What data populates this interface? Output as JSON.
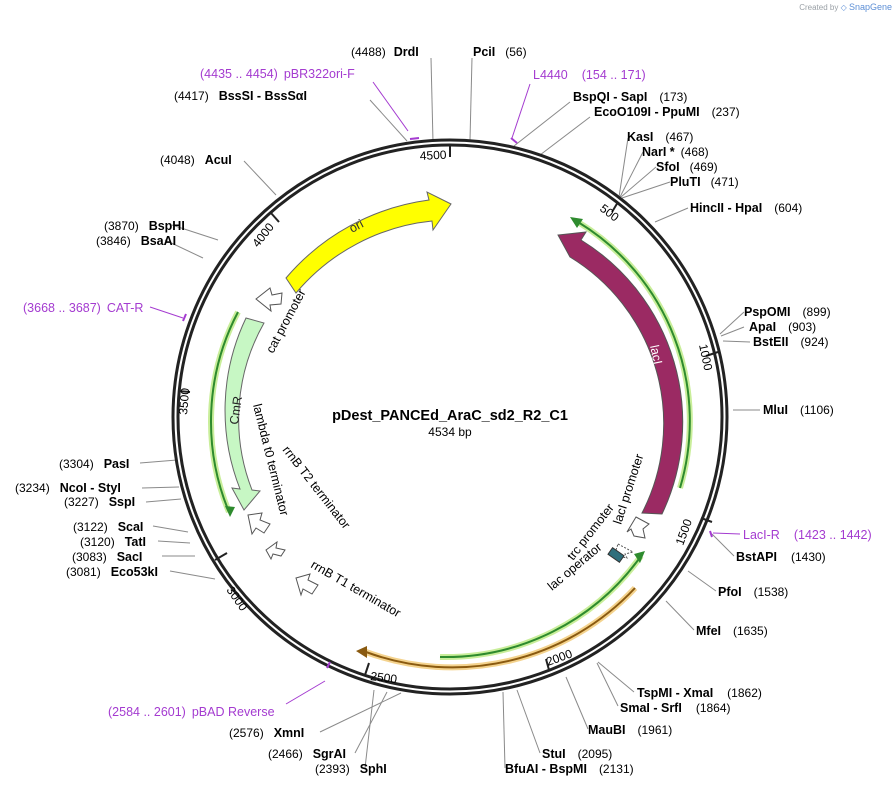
{
  "credit": {
    "prefix": "Created by",
    "brand": "SnapGene"
  },
  "map": {
    "name": "pDest_PANCEd_AraC_sd2_R2_C1",
    "length_label": "4534 bp",
    "length": 4534
  },
  "ticks": [
    "500",
    "1000",
    "1500",
    "2000",
    "2500",
    "3000",
    "3500",
    "4000",
    "4500"
  ],
  "enzymes": [
    {
      "name": "DrdI",
      "pos": "(4488)",
      "left": true
    },
    {
      "name": "PciI",
      "pos": "(56)",
      "left": false
    },
    {
      "name": "BspQI  - SapI",
      "pos": "(173)",
      "left": false
    },
    {
      "name": "EcoO109I  - PpuMI",
      "pos": "(237)",
      "left": false
    },
    {
      "name": "KasI",
      "pos": "(467)",
      "left": false
    },
    {
      "name": "NarI *",
      "pos": "(468)",
      "left": false
    },
    {
      "name": "SfoI",
      "pos": "(469)",
      "left": false
    },
    {
      "name": "PluTI",
      "pos": "(471)",
      "left": false
    },
    {
      "name": "HincII  - HpaI",
      "pos": "(604)",
      "left": false
    },
    {
      "name": "PspOMI",
      "pos": "(899)",
      "left": false
    },
    {
      "name": "ApaI",
      "pos": "(903)",
      "left": false
    },
    {
      "name": "BstEII",
      "pos": "(924)",
      "left": false
    },
    {
      "name": "MluI",
      "pos": "(1106)",
      "left": false
    },
    {
      "name": "BstAPI",
      "pos": "(1430)",
      "left": false
    },
    {
      "name": "PfoI",
      "pos": "(1538)",
      "left": false
    },
    {
      "name": "MfeI",
      "pos": "(1635)",
      "left": false
    },
    {
      "name": "TspMI  - XmaI",
      "pos": "(1862)",
      "left": false
    },
    {
      "name": "SmaI  - SrfI",
      "pos": "(1864)",
      "left": false
    },
    {
      "name": "MauBI",
      "pos": "(1961)",
      "left": false
    },
    {
      "name": "StuI",
      "pos": "(2095)",
      "left": false
    },
    {
      "name": "BfuAI  - BspMI",
      "pos": "(2131)",
      "left": false
    },
    {
      "name": "XmnI",
      "pos": "(2576)",
      "left": true
    },
    {
      "name": "SgrAI",
      "pos": "(2466)",
      "left": true
    },
    {
      "name": "SphI",
      "pos": "(2393)",
      "left": true
    },
    {
      "name": "Eco53kI",
      "pos": "(3081)",
      "left": true
    },
    {
      "name": "SacI",
      "pos": "(3083)",
      "left": true
    },
    {
      "name": "TatI",
      "pos": "(3120)",
      "left": true
    },
    {
      "name": "ScaI",
      "pos": "(3122)",
      "left": true
    },
    {
      "name": "SspI",
      "pos": "(3227)",
      "left": true
    },
    {
      "name": "NcoI  - StyI",
      "pos": "(3234)",
      "left": true
    },
    {
      "name": "PasI",
      "pos": "(3304)",
      "left": true
    },
    {
      "name": "BsaAI",
      "pos": "(3846)",
      "left": true
    },
    {
      "name": "BspHI",
      "pos": "(3870)",
      "left": true
    },
    {
      "name": "AcuI",
      "pos": "(4048)",
      "left": true
    },
    {
      "name": "BssSI  - BssSαI",
      "pos": "(4417)",
      "left": true
    }
  ],
  "primers": [
    {
      "name": "pBR322ori-F",
      "range": "(4435 .. 4454)"
    },
    {
      "name": "L4440",
      "range": "(154 .. 171)"
    },
    {
      "name": "CAT-R",
      "range": "(3668 .. 3687)"
    },
    {
      "name": "LacI-R",
      "range": "(1423 .. 1442)"
    },
    {
      "name": "pBAD Reverse",
      "range": "(2584 .. 2601)"
    }
  ],
  "features": [
    {
      "label": "ori",
      "color": "#ffff00",
      "kind": "gene"
    },
    {
      "label": "lacI",
      "color": "#9b2a63",
      "kind": "gene"
    },
    {
      "label": "CmR",
      "color": "#c7f7c4",
      "kind": "gene"
    },
    {
      "label": "cat promoter",
      "kind": "promoter"
    },
    {
      "label": "lambda t0 terminator",
      "kind": "terminator"
    },
    {
      "label": "rrnB T2 terminator",
      "kind": "terminator"
    },
    {
      "label": "rrnB T1 terminator",
      "kind": "terminator"
    },
    {
      "label": "lacI promoter",
      "kind": "promoter"
    },
    {
      "label": "trc promoter",
      "kind": "promoter"
    },
    {
      "label": "lac operator",
      "color": "#2e6f7c",
      "kind": "operator"
    }
  ],
  "colors": {
    "backbone": "#222222",
    "primer": "#a43bd0",
    "orf": "#2e8b2e",
    "orf_halo": "#c9ee9a",
    "orange_orf": "#e8a838",
    "gene_ori": "#ffff00",
    "gene_laci": "#9b2a63",
    "gene_cmr": "#c7f7c4"
  }
}
